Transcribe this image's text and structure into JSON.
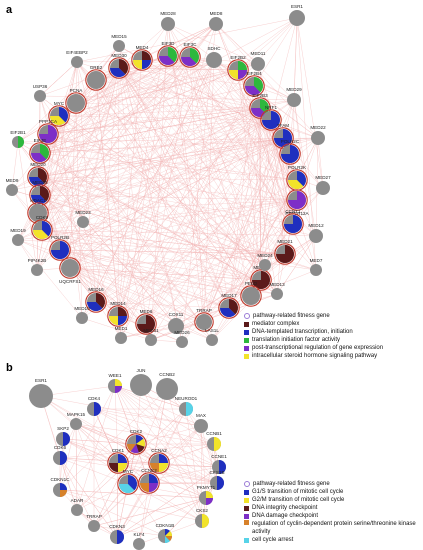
{
  "panels": [
    {
      "letter": "a",
      "nodes": [
        {
          "name": "ESR1",
          "main": false,
          "cat": []
        },
        {
          "name": "MED28",
          "main": false,
          "cat": []
        },
        {
          "name": "MED8",
          "main": false,
          "cat": []
        },
        {
          "name": "MED15",
          "main": false,
          "cat": []
        },
        {
          "name": "EIF4EBP2",
          "main": false,
          "cat": []
        },
        {
          "name": "MED11",
          "main": false,
          "cat": []
        },
        {
          "name": "MED30",
          "main": true,
          "cat": [
            "mediator",
            "transcription"
          ]
        },
        {
          "name": "MED4",
          "main": true,
          "cat": [
            "mediator",
            "transcription",
            "steroid"
          ]
        },
        {
          "name": "EIF3D",
          "main": true,
          "cat": [
            "translation",
            "posttranscriptional"
          ]
        },
        {
          "name": "EIF3C",
          "main": true,
          "cat": [
            "translation",
            "posttranscriptional"
          ]
        },
        {
          "name": "SDHC",
          "main": false,
          "cat": []
        },
        {
          "name": "EIF2B2",
          "main": true,
          "cat": [
            "translation",
            "posttranscriptional",
            "steroid"
          ]
        },
        {
          "name": "EIF2B4",
          "main": true,
          "cat": [
            "translation",
            "posttranscriptional"
          ]
        },
        {
          "name": "EIF2B3",
          "main": true,
          "cat": [
            "translation",
            "posttranscriptional"
          ]
        },
        {
          "name": "GRB2",
          "main": true,
          "cat": []
        },
        {
          "name": "USP36",
          "main": false,
          "cat": []
        },
        {
          "name": "PCNA",
          "main": true,
          "cat": []
        },
        {
          "name": "MED29",
          "main": false,
          "cat": []
        },
        {
          "name": "NRF1",
          "main": true,
          "cat": [
            "transcription"
          ]
        },
        {
          "name": "MYC",
          "main": true,
          "cat": [
            "transcription",
            "steroid"
          ]
        },
        {
          "name": "PPP1CA",
          "main": true,
          "cat": [
            "posttranscriptional"
          ]
        },
        {
          "name": "TFAM",
          "main": true,
          "cat": [
            "transcription"
          ]
        },
        {
          "name": "MED22",
          "main": false,
          "cat": []
        },
        {
          "name": "EIF2B1",
          "main": false,
          "cat": [
            "translation"
          ]
        },
        {
          "name": "POLR2C",
          "main": true,
          "cat": [
            "transcription"
          ]
        },
        {
          "name": "EIF4E",
          "main": true,
          "cat": [
            "translation",
            "posttranscriptional"
          ]
        },
        {
          "name": "MED20",
          "main": true,
          "cat": [
            "mediator",
            "transcription"
          ]
        },
        {
          "name": "POLR2K",
          "main": true,
          "cat": [
            "transcription",
            "steroid"
          ]
        },
        {
          "name": "MED27",
          "main": false,
          "cat": []
        },
        {
          "name": "MED9",
          "main": false,
          "cat": []
        },
        {
          "name": "MED25",
          "main": true,
          "cat": [
            "mediator",
            "transcription"
          ]
        },
        {
          "name": "PPP1R12A",
          "main": true,
          "cat": [
            "posttranscriptional"
          ]
        },
        {
          "name": "HDAC1",
          "main": true,
          "cat": []
        },
        {
          "name": "CCNT1",
          "main": true,
          "cat": [
            "transcription"
          ]
        },
        {
          "name": "CDK9",
          "main": true,
          "cat": [
            "transcription",
            "steroid"
          ]
        },
        {
          "name": "MED12",
          "main": false,
          "cat": []
        },
        {
          "name": "MED19",
          "main": false,
          "cat": []
        },
        {
          "name": "POLR2B",
          "main": true,
          "cat": [
            "transcription"
          ]
        },
        {
          "name": "MED21",
          "main": true,
          "cat": [
            "mediator"
          ]
        },
        {
          "name": "PIP4K2B",
          "main": false,
          "cat": []
        },
        {
          "name": "UQCRFS1",
          "main": true,
          "cat": []
        },
        {
          "name": "MED7",
          "main": false,
          "cat": []
        },
        {
          "name": "MED18",
          "main": true,
          "cat": [
            "mediator"
          ]
        },
        {
          "name": "PELO",
          "main": true,
          "cat": []
        },
        {
          "name": "MED16",
          "main": true,
          "cat": [
            "mediator",
            "transcription"
          ]
        },
        {
          "name": "MED14",
          "main": true,
          "cat": [
            "mediator",
            "transcription",
            "steroid"
          ]
        },
        {
          "name": "MED6",
          "main": true,
          "cat": [
            "mediator"
          ]
        },
        {
          "name": "COX11",
          "main": false,
          "cat": []
        },
        {
          "name": "TRRAP",
          "main": true,
          "cat": []
        },
        {
          "name": "MED17",
          "main": true,
          "cat": [
            "mediator",
            "transcription"
          ]
        },
        {
          "name": "LAS1L",
          "main": false,
          "cat": []
        },
        {
          "name": "MED10",
          "main": false,
          "cat": []
        },
        {
          "name": "MED1",
          "main": false,
          "cat": []
        },
        {
          "name": "MED31",
          "main": false,
          "cat": []
        },
        {
          "name": "MED26",
          "main": false,
          "cat": []
        },
        {
          "name": "MED13",
          "main": false,
          "cat": []
        },
        {
          "name": "MED24",
          "main": false,
          "cat": []
        },
        {
          "name": "MED23",
          "main": false,
          "cat": []
        }
      ],
      "legend": [
        {
          "key": "fitness",
          "label": "pathway-related fitness gene"
        },
        {
          "key": "mediator",
          "label": "mediator complex"
        },
        {
          "key": "transcription",
          "label": "DNA-templated transcription, initiation"
        },
        {
          "key": "translation",
          "label": "translation initiation factor activity"
        },
        {
          "key": "posttranscriptional",
          "label": "post-transcriptional regulation of gene expression"
        },
        {
          "key": "steroid",
          "label": "intracellular steroid hormone signaling pathway"
        }
      ]
    },
    {
      "letter": "b",
      "nodes": [
        {
          "name": "ESR1",
          "main": false,
          "cat": []
        },
        {
          "name": "JUN",
          "main": false,
          "cat": []
        },
        {
          "name": "CCNB2",
          "main": false,
          "cat": []
        },
        {
          "name": "WEE1",
          "main": false,
          "cat": [
            "g2m",
            "damage"
          ]
        },
        {
          "name": "NEUROD1",
          "main": false,
          "cat": [
            "arrest"
          ]
        },
        {
          "name": "CDK4",
          "main": false,
          "cat": [
            "g1s"
          ]
        },
        {
          "name": "MAPK15",
          "main": false,
          "cat": []
        },
        {
          "name": "MAX",
          "main": false,
          "cat": []
        },
        {
          "name": "SKP2",
          "main": false,
          "cat": [
            "g1s"
          ]
        },
        {
          "name": "CCNB1",
          "main": false,
          "cat": [
            "g2m"
          ]
        },
        {
          "name": "CDK2",
          "main": true,
          "cat": [
            "g1s",
            "g2m",
            "integrity",
            "damage",
            "kinase"
          ]
        },
        {
          "name": "CDK1",
          "main": true,
          "cat": [
            "g1s",
            "g2m",
            "integrity"
          ]
        },
        {
          "name": "CCNA2",
          "main": true,
          "cat": [
            "g1s",
            "g2m",
            "kinase"
          ]
        },
        {
          "name": "CDK6",
          "main": false,
          "cat": [
            "g1s"
          ]
        },
        {
          "name": "CCNE1",
          "main": false,
          "cat": [
            "g1s"
          ]
        },
        {
          "name": "MYC",
          "main": true,
          "cat": [
            "g1s",
            "arrest"
          ]
        },
        {
          "name": "CCNE2",
          "main": true,
          "cat": [
            "g1s",
            "damage",
            "kinase"
          ]
        },
        {
          "name": "CKS1B",
          "main": false,
          "cat": [
            "g1s"
          ]
        },
        {
          "name": "CDKN1C",
          "main": false,
          "cat": [
            "g1s",
            "kinase"
          ]
        },
        {
          "name": "PKMYT1",
          "main": false,
          "cat": [
            "g2m",
            "damage"
          ]
        },
        {
          "name": "ADAR",
          "main": false,
          "cat": []
        },
        {
          "name": "TRRAP",
          "main": false,
          "cat": []
        },
        {
          "name": "CKS2",
          "main": false,
          "cat": [
            "g2m"
          ]
        },
        {
          "name": "CDKN3",
          "main": false,
          "cat": [
            "g1s"
          ]
        },
        {
          "name": "KLF4",
          "main": false,
          "cat": []
        },
        {
          "name": "CDKN1B",
          "main": false,
          "cat": [
            "g1s",
            "g2m",
            "kinase",
            "arrest"
          ]
        }
      ],
      "legend": [
        {
          "key": "fitness",
          "label": "pathway-related fitness gene"
        },
        {
          "key": "g1s",
          "label": "G1/S transition of mitotic cell cycle"
        },
        {
          "key": "g2m",
          "label": "G2/M transition of mitotic cell cycle"
        },
        {
          "key": "integrity",
          "label": "DNA integrity checkpoint"
        },
        {
          "key": "damage",
          "label": "DNA damage checkpoint"
        },
        {
          "key": "kinase",
          "label": "regulation of cyclin-dependent protein serine/threonine kinase activity"
        },
        {
          "key": "arrest",
          "label": "cell cycle arrest"
        }
      ]
    }
  ],
  "colors": {
    "edge": "#f2b4b4",
    "node": "#8c8c8c",
    "fitness_ring": "#c0392b",
    "mediator": "#5b1a1a",
    "transcription": "#1f2fbf",
    "translation": "#2db83d",
    "posttranscriptional": "#7d2ec7",
    "steroid": "#f2e32a",
    "g1s": "#1f2fbf",
    "g2m": "#f2e32a",
    "integrity": "#5b1a1a",
    "damage": "#7d2ec7",
    "kinase": "#d7812a",
    "arrest": "#57d3e8",
    "fitness_marker": "#9b7bd6"
  }
}
